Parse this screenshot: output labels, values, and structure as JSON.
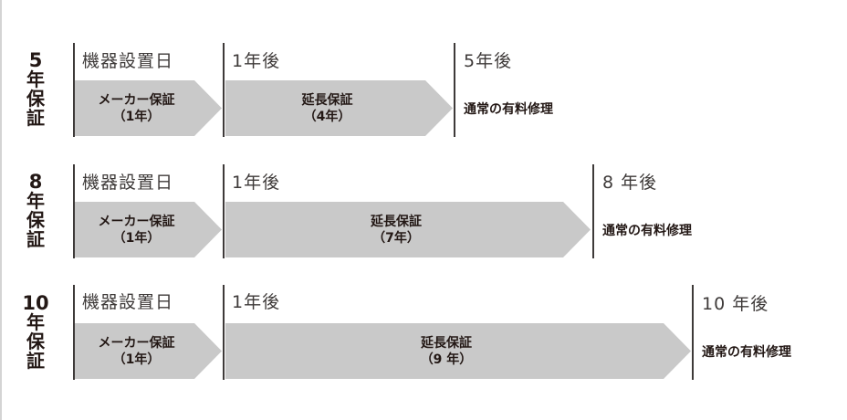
{
  "colors": {
    "arrow_fill": "#c9c9c9",
    "text": "#231815",
    "divider": "#3e3a39",
    "left_border": "#d4d4d4"
  },
  "rows": [
    {
      "label_num": "5",
      "label_chars": [
        "年",
        "保",
        "証"
      ],
      "start_label": "機器設置日",
      "mid_label": "1年後",
      "end_label": "5年後",
      "maker": {
        "line1": "メーカー保証",
        "line2": "（1年）"
      },
      "extended": {
        "line1": "延長保証",
        "line2": "（4年）"
      },
      "after": "通常の有料修理"
    },
    {
      "label_num": "8",
      "label_chars": [
        "年",
        "保",
        "証"
      ],
      "start_label": "機器設置日",
      "mid_label": "1年後",
      "end_label": "8 年後",
      "maker": {
        "line1": "メーカー保証",
        "line2": "（1年）"
      },
      "extended": {
        "line1": "延長保証",
        "line2": "（7年）"
      },
      "after": "通常の有料修理"
    },
    {
      "label_num": "10",
      "label_chars": [
        "年",
        "保",
        "証"
      ],
      "start_label": "機器設置日",
      "mid_label": "1年後",
      "end_label": "10 年後",
      "maker": {
        "line1": "メーカー保証",
        "line2": "（1年）"
      },
      "extended": {
        "line1": "延長保証",
        "line2": "（9 年）"
      },
      "after": "通常の有料修理"
    }
  ]
}
